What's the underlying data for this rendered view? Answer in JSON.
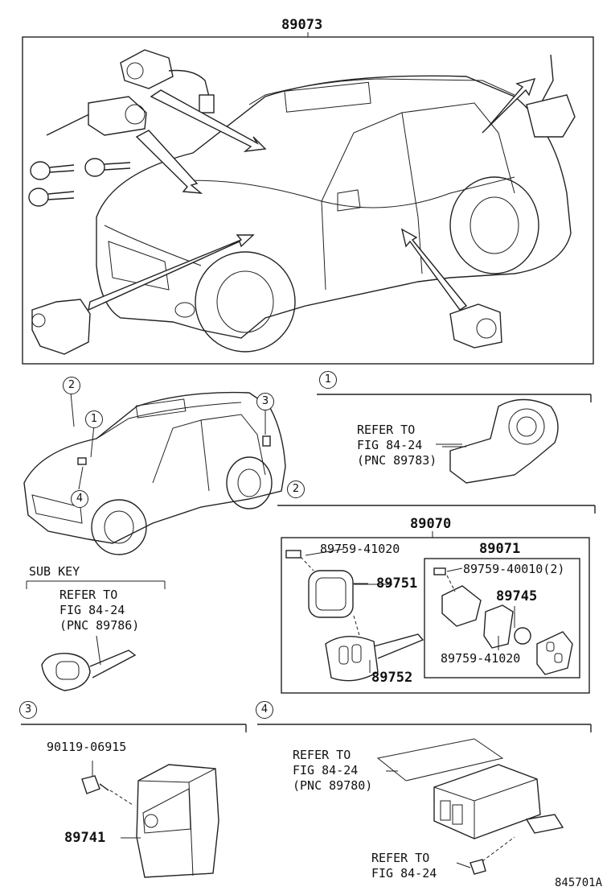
{
  "main_part": "89073",
  "callouts": [
    "1",
    "2",
    "3",
    "4"
  ],
  "section1": {
    "refer": "REFER TO",
    "fig": "FIG 84-24",
    "pnc": "(PNC 89783)"
  },
  "subkey": {
    "title": "SUB KEY",
    "refer": "REFER TO",
    "fig": "FIG 84-24",
    "pnc": "(PNC 89786)"
  },
  "section2": {
    "assy": "89070",
    "sub_assy": "89071",
    "parts": [
      "89759-41020",
      "89759-40010(2)",
      "89751",
      "89745",
      "89759-41020",
      "89752"
    ]
  },
  "section3": {
    "bolt": "90119-06915",
    "unit": "89741"
  },
  "section4": {
    "refer": "REFER TO",
    "fig": "FIG 84-24",
    "pnc": "(PNC 89780)",
    "refer2": "REFER TO",
    "fig2": "FIG 84-24"
  },
  "figure_id": "845701A",
  "icons": [
    "key-icon",
    "remote-transmitter-icon",
    "door-lock-cylinder-icon",
    "ignition-switch-icon",
    "control-module-icon",
    "screw-icon"
  ]
}
